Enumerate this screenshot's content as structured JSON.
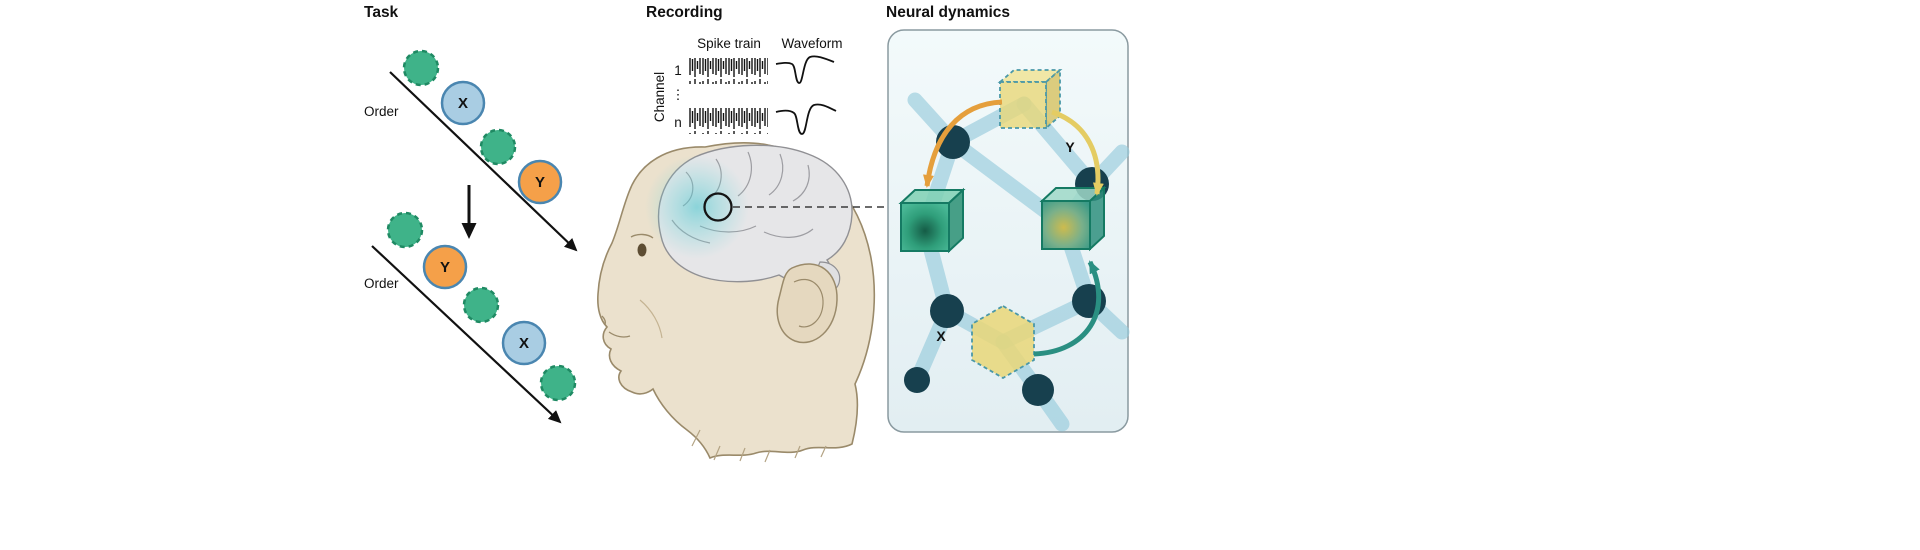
{
  "figure": {
    "panels": {
      "task": {
        "title": "Task",
        "order_label": "Order",
        "labels": {
          "x": "X",
          "y": "Y"
        },
        "sequence_before": [
          "green",
          "X",
          "green",
          "Y"
        ],
        "sequence_after": [
          "green",
          "Y",
          "green",
          "X",
          "green"
        ]
      },
      "recording": {
        "title": "Recording",
        "spike_train_label": "Spike train",
        "waveform_label": "Waveform",
        "channel_axis_label": "Channel",
        "channel_first": "1",
        "channel_ellipsis": "⋮",
        "channel_last": "n"
      },
      "neural_dynamics": {
        "title": "Neural dynamics",
        "labels": {
          "x": "X",
          "y": "Y"
        }
      }
    },
    "colors": {
      "task_green": "#3fb389",
      "task_green_stroke": "#1f8a63",
      "task_blue_fill": "#a9cde3",
      "task_blue_stroke": "#4a86b0",
      "task_orange_fill": "#f5a049",
      "arrow_black": "#111111",
      "network_node": "#17404e",
      "network_edge": "#9ccdde",
      "panel_background": "#edf6f8",
      "cube_yellow": "#e8d678",
      "cube_green": "#2f9e7a",
      "cube_teal": "#3a9a88",
      "arrow_orange": "#e59f3c",
      "arrow_yellow": "#e4cc63",
      "arrow_teal": "#2a8f82",
      "monkey_skin": "#ebe1cd",
      "brain_gray": "#e6e6e8"
    }
  }
}
